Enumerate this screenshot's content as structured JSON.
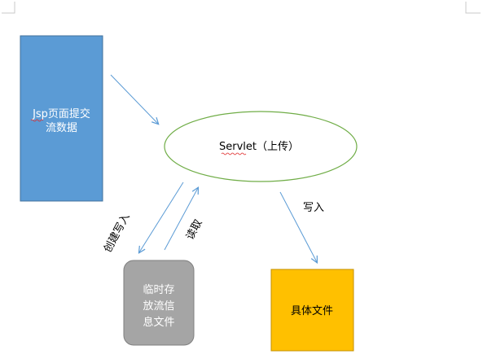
{
  "colors": {
    "jsp_fill": "#5b9bd5",
    "jsp_stroke": "#41719c",
    "servlet_stroke": "#70ad47",
    "temp_fill": "#a5a5a5",
    "temp_stroke": "#7f7f7f",
    "file_fill": "#ffc000",
    "file_stroke": "#c49000",
    "arrow": "#5b9bd5",
    "white_text": "#ffffff",
    "dark_text": "#000000"
  },
  "nodes": {
    "jsp": {
      "line1": "Jsp页面提交",
      "line2": "流数据"
    },
    "servlet": {
      "label": "Servlet（上传）"
    },
    "temp": {
      "line1": "临时存",
      "line2": "放流信",
      "line3": "息文件"
    },
    "file": {
      "label": "具体文件"
    }
  },
  "edges": {
    "create_write": "创建写入",
    "read": "读取",
    "write": "写入"
  }
}
